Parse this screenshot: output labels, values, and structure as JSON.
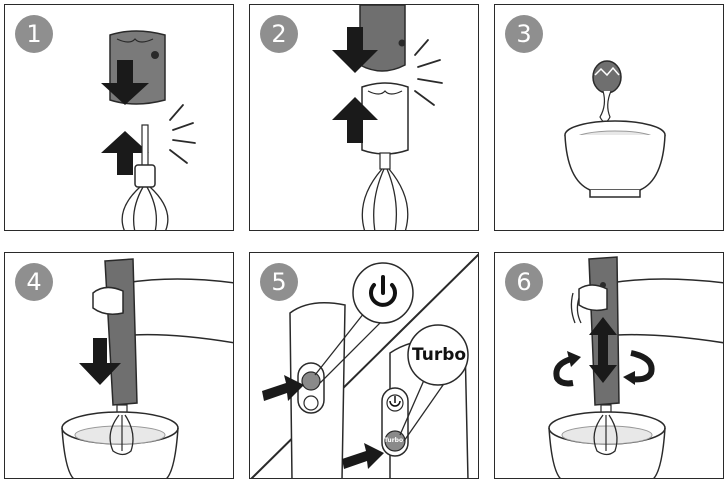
{
  "steps": [
    {
      "number": "1"
    },
    {
      "number": "2"
    },
    {
      "number": "3"
    },
    {
      "number": "4"
    },
    {
      "number": "5"
    },
    {
      "number": "6"
    }
  ],
  "buttons": {
    "turbo_label": "Turbo",
    "turbo_small_label": "Turbo",
    "power_symbol": "⏻"
  },
  "colors": {
    "badge": "#8f8f8f",
    "device_body": "#6f6f6f",
    "arrow": "#1a1a1a",
    "outline": "#2a2a2a"
  }
}
